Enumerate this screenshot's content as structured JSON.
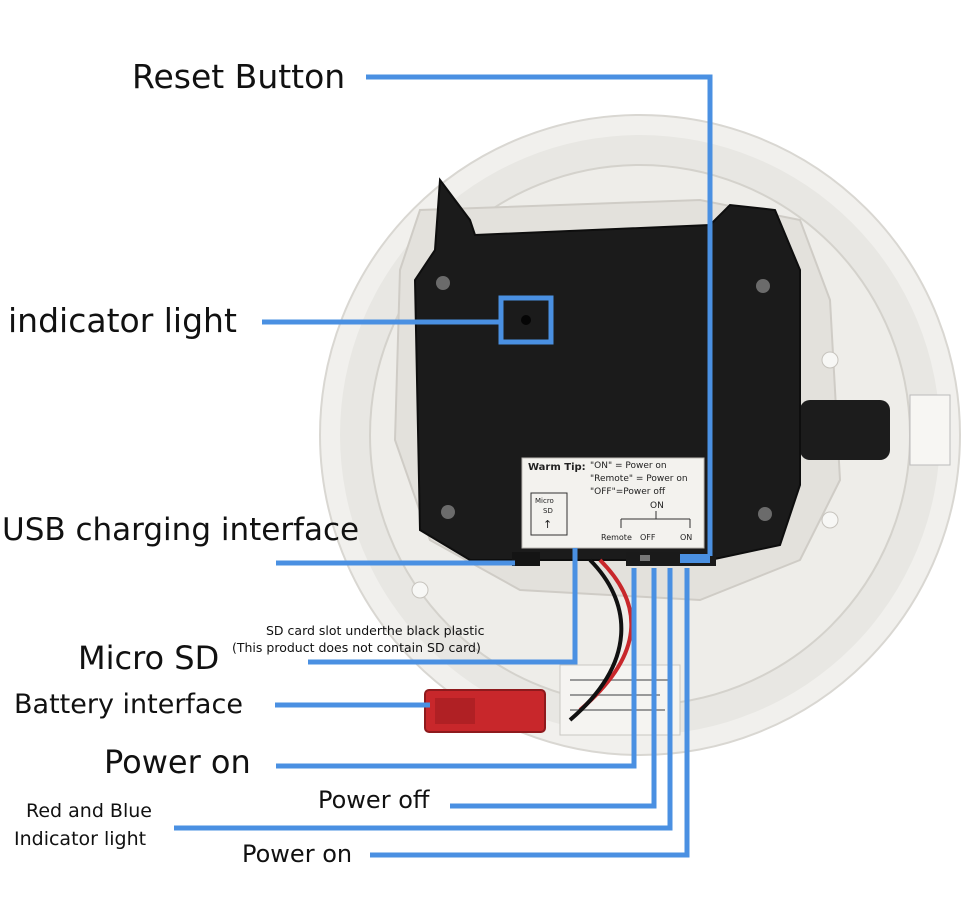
{
  "labels": {
    "reset_button": "Reset Button",
    "indicator_light": "indicator light",
    "usb_charging": "USB charging interface",
    "micro_sd": "Micro SD",
    "sd_note_line1": "SD card slot underthe black plastic",
    "sd_note_line2": "(This product does not contain SD card)",
    "battery_interface": "Battery interface",
    "power_on_1": "Power on",
    "power_off": "Power off",
    "red_blue_line1": "Red and Blue",
    "red_blue_line2": "Indicator light",
    "power_on_2": "Power on"
  },
  "sticker": {
    "title": "Warm Tip:",
    "line1": "\"ON\" = Power on",
    "line2": "\"Remote\" = Power on",
    "line3": "\"OFF\"=Power off",
    "on_top": "ON",
    "remote": "Remote",
    "off": "OFF",
    "on": "ON",
    "micro": "Micro",
    "sd": "SD",
    "arrow": "↑"
  },
  "colors": {
    "callout": "#4a90e2",
    "device_plastic": "#ecebe8",
    "module": "#1b1b1b",
    "battery_plug": "#c8272b"
  }
}
